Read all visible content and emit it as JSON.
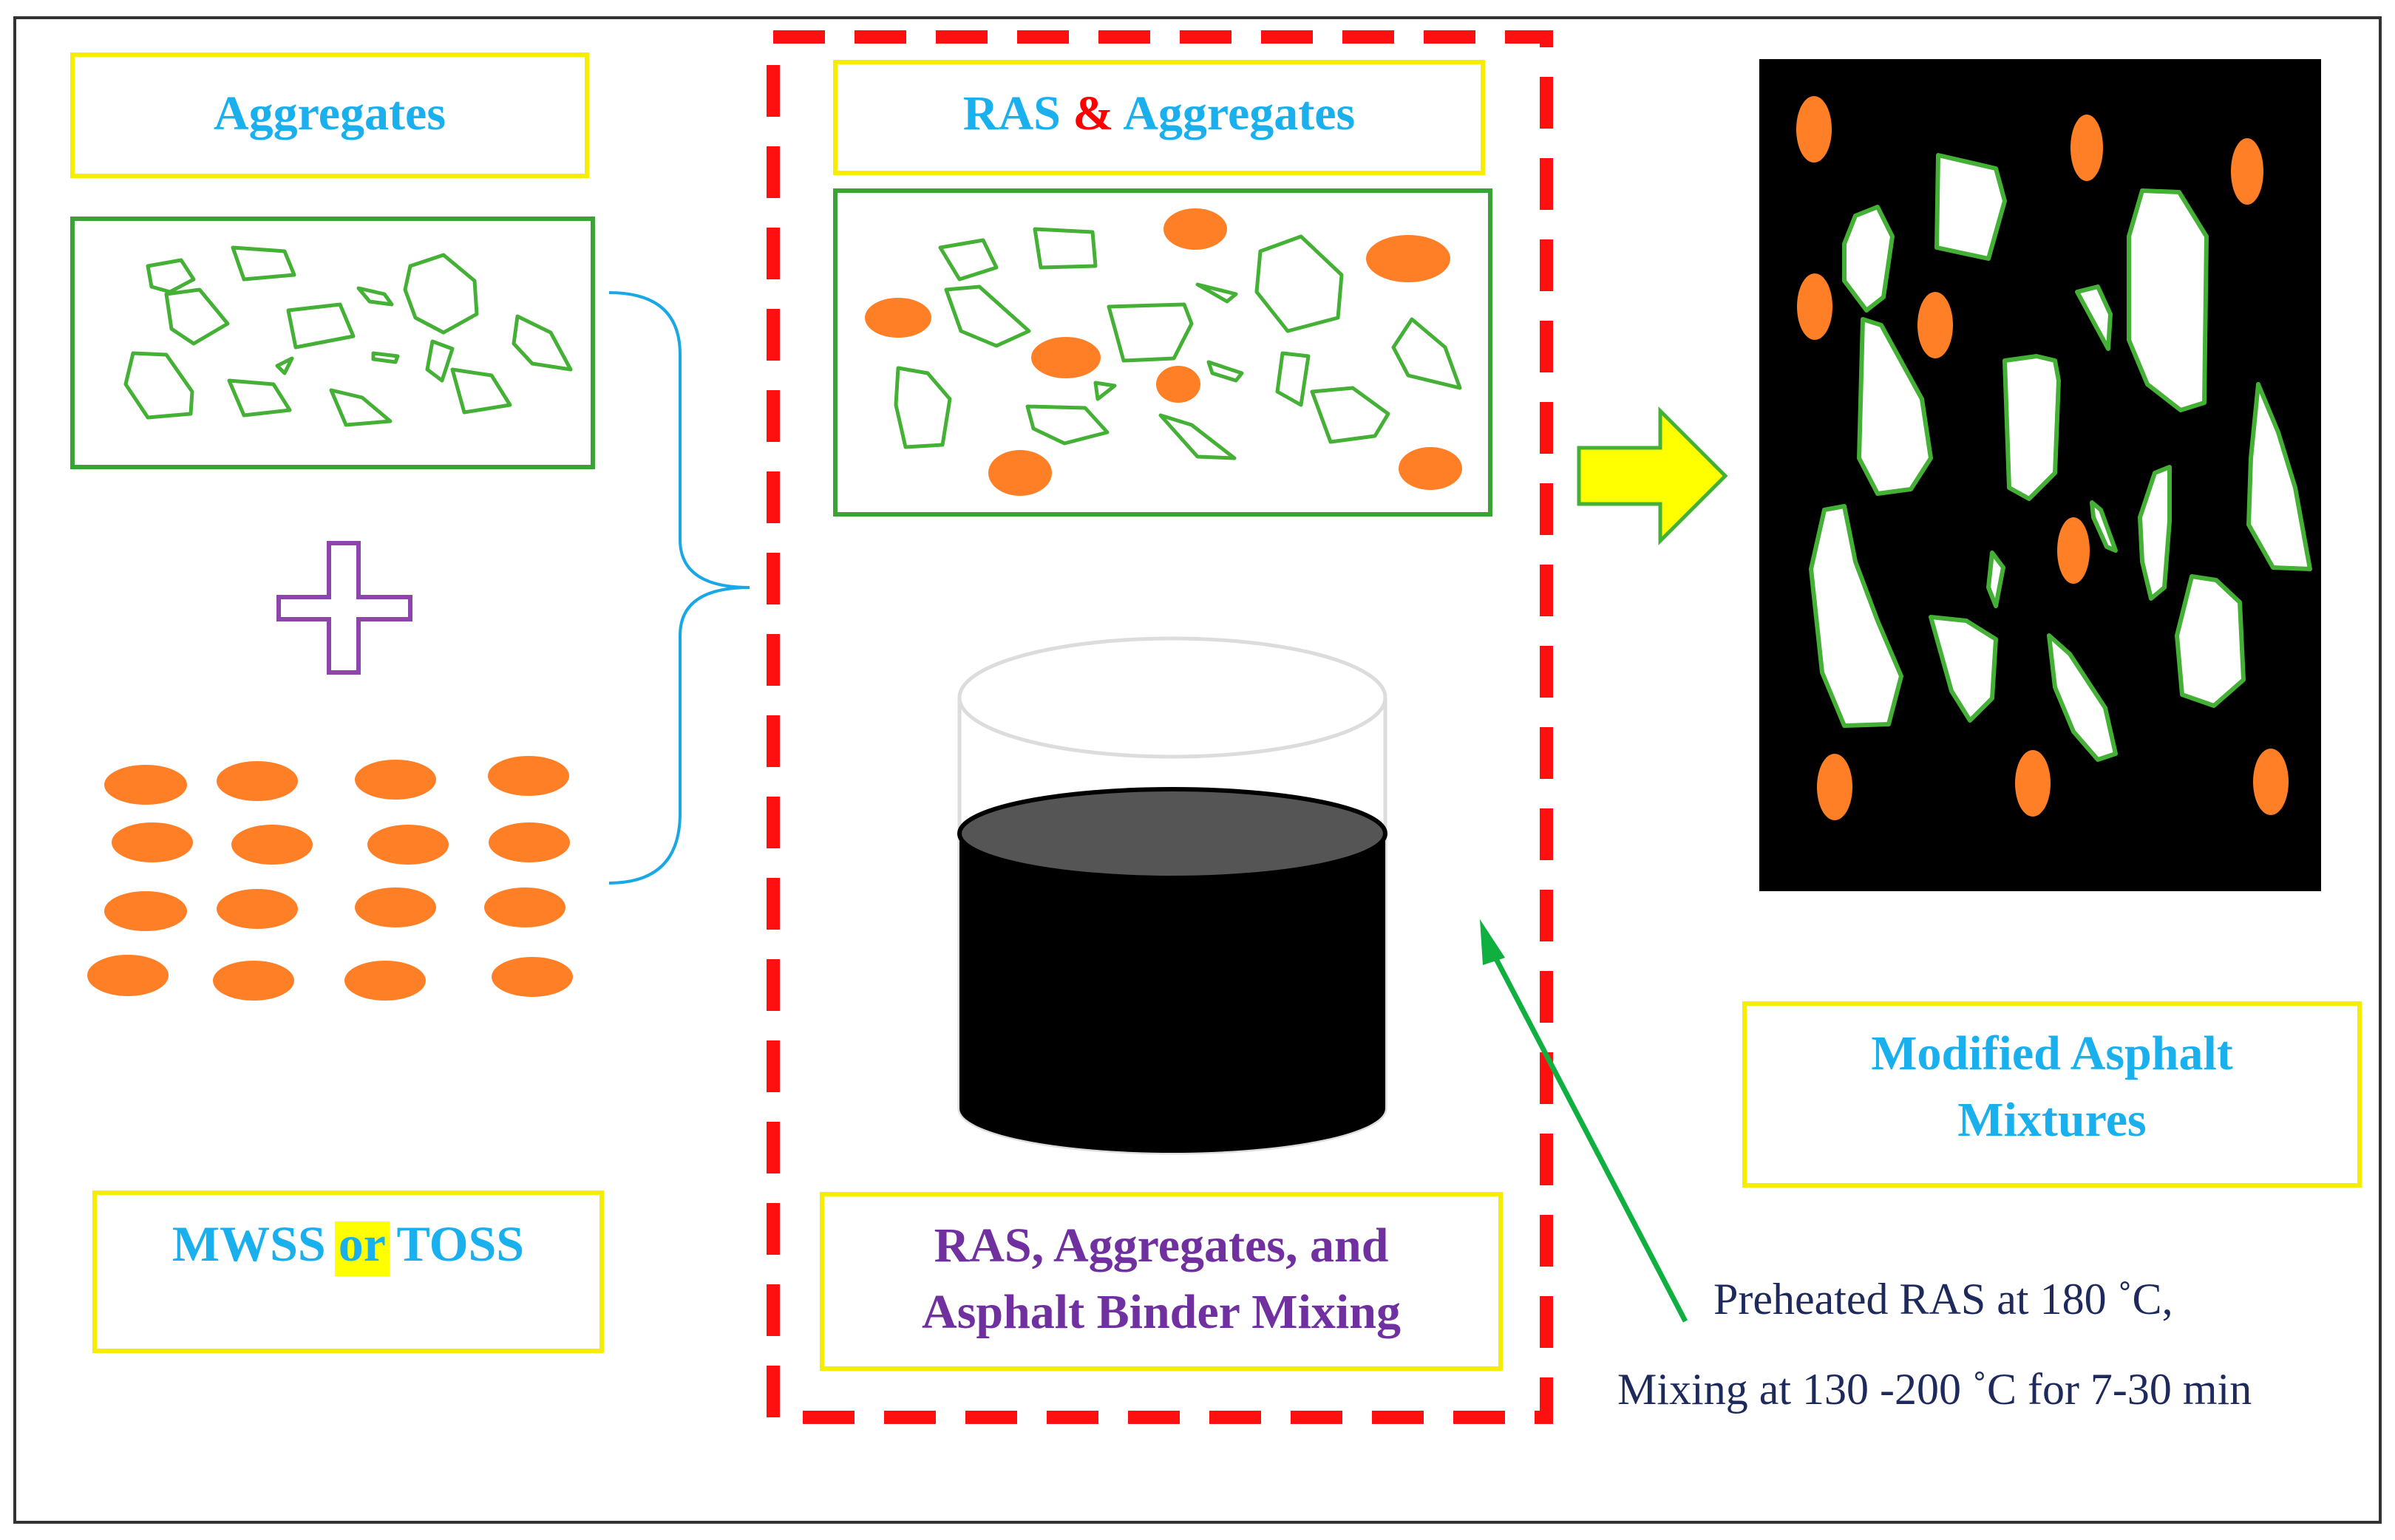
{
  "labels": {
    "aggregates": "Aggregates",
    "ras_word": "RAS",
    "ampersand": "&",
    "aggregates_word": "Aggregates",
    "mwss": "MWSS",
    "or_word": "or",
    "toss": "TOSS",
    "mixing_line1": "RAS, Aggregates, and",
    "mixing_line2": "Asphalt Binder Mixing",
    "modified_line1": "Modified Asphalt",
    "modified_line2": "Mixtures",
    "condition_line1": "Preheated RAS at 180 ˚C,",
    "condition_line2": "Mixing at 130 -200 ˚C for 7-30 min"
  },
  "colors": {
    "label_blue": "#1ab0ee",
    "label_purple": "#7030a0",
    "label_red": "#ff0000",
    "label_navy": "#1f2a5c",
    "box_yellow": "#f5ee00",
    "box_green": "#3aa335",
    "aggregate_green": "#44b035",
    "orange": "#ff7f27",
    "dashed_red": "#ff1010",
    "bracket_cyan": "#1aa7e6",
    "plus_purple": "#8e44ad",
    "arrow_yellow": "#ffff00",
    "arrow_green": "#10b040",
    "highlight": "#ffff00",
    "panel_black": "#000000"
  }
}
